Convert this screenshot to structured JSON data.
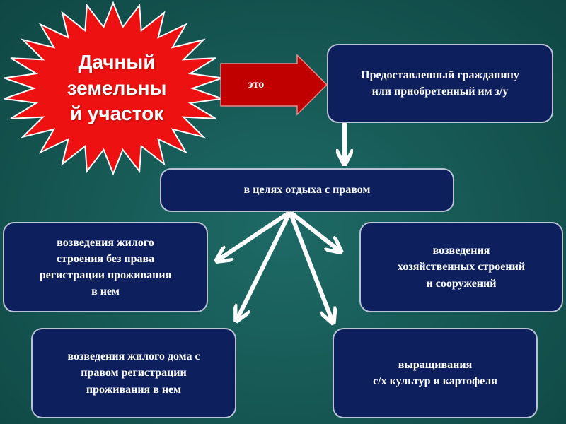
{
  "starburst": {
    "text": "Дачный\nземельны\nй участок",
    "fill_color": "#ee1111",
    "stroke_color": "#ffffff"
  },
  "connector": {
    "label": "это",
    "fill_color": "#c00000"
  },
  "definition_box": {
    "text": "Предоставленный гражданину\nили приобретенный им з/у"
  },
  "purpose_box": {
    "text": "в целях отдыха с правом"
  },
  "rights": [
    {
      "text": "возведения жилого\nстроения без права\nрегистрации проживания\nв нем"
    },
    {
      "text": "возведения\nхозяйственных строений\nи сооружений"
    },
    {
      "text": "возведения жилого дома с\nправом регистрации\nпроживания в нем"
    },
    {
      "text": "выращивания\nс/х культур и картофеля"
    }
  ],
  "colors": {
    "box_fill": "#0d1f5c",
    "box_border": "#b9c3d6",
    "background": "#175a56",
    "arrow": "#ffffff"
  }
}
